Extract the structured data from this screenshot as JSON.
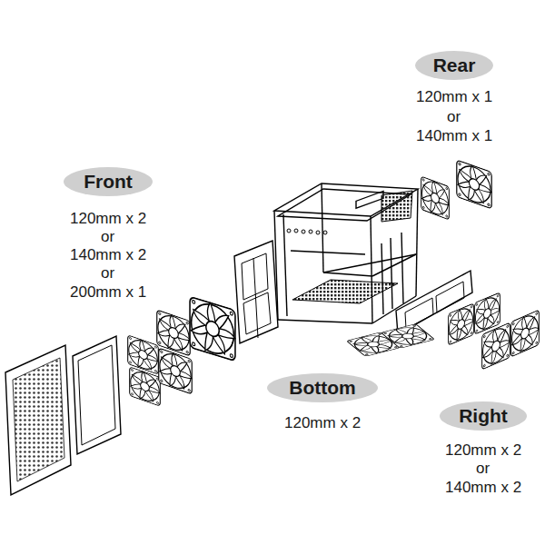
{
  "diagram": {
    "nodes": [
      {
        "text": [
          "Rear"
        ]
      },
      {
        "text": [
          "Front"
        ]
      },
      {
        "text": [
          "Bottom"
        ]
      },
      {
        "text": [
          "Right"
        ]
      }
    ],
    "labels": [
      "120mm x 1",
      "or",
      "140mm x 1",
      "120mm x 2",
      "or",
      "140mm x 2",
      "or",
      "200mm x 1",
      "120mm x 2",
      "120mm x 2",
      "or",
      "140mm x 2"
    ]
  }
}
